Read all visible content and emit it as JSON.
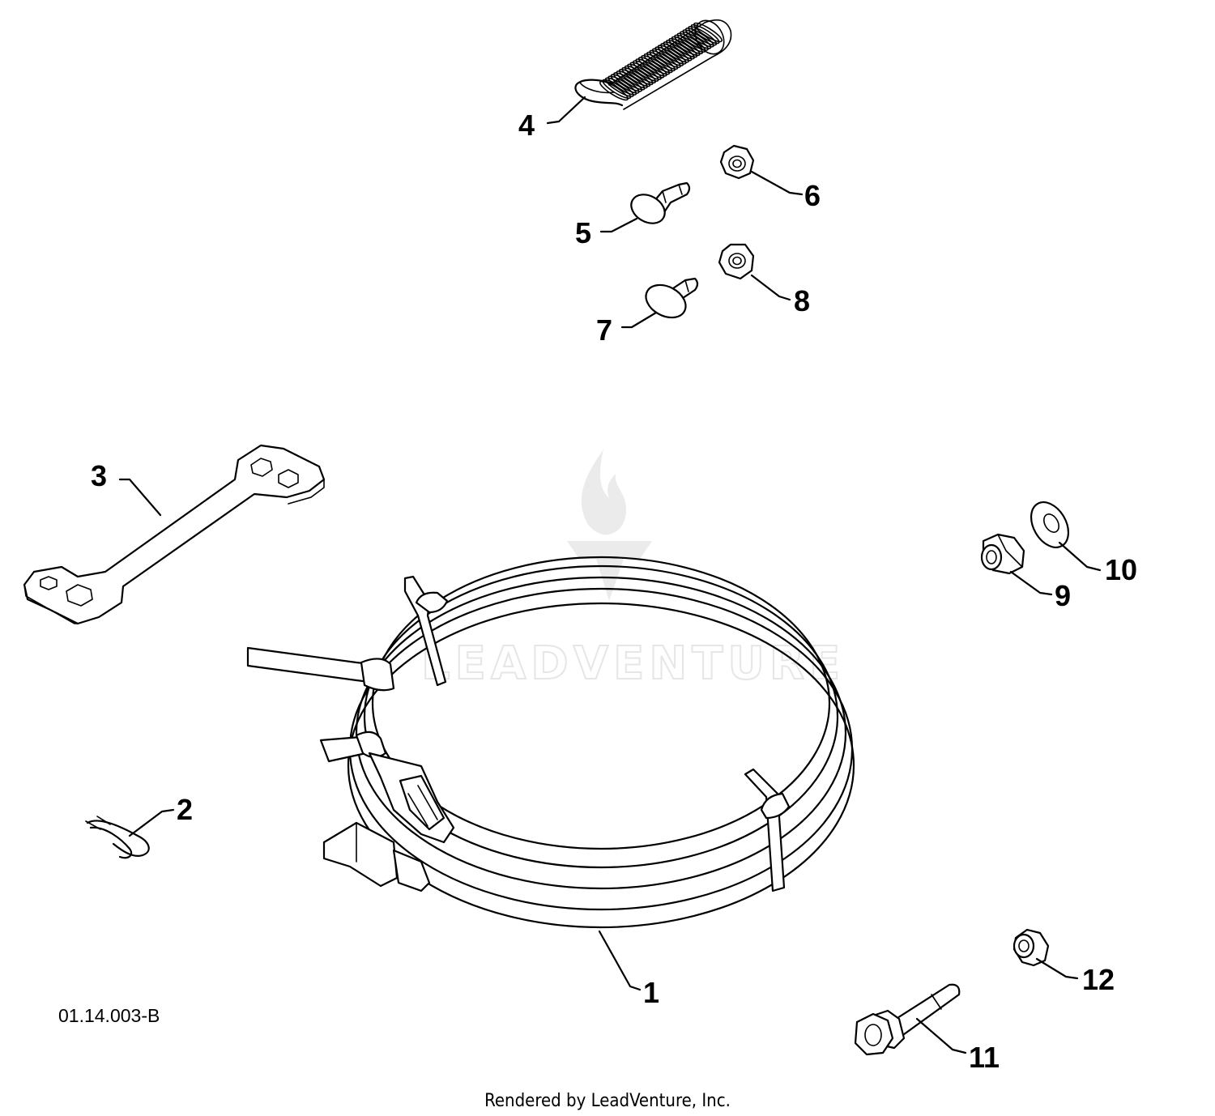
{
  "diagram": {
    "part_code": "01.14.003-B",
    "credit": "Rendered by LeadVenture, Inc.",
    "watermark_text": "LEADVENTURE",
    "callouts": [
      {
        "id": "1",
        "part": "wire-harness"
      },
      {
        "id": "2",
        "part": "hairpin-clip"
      },
      {
        "id": "3",
        "part": "wrench"
      },
      {
        "id": "4",
        "part": "spring"
      },
      {
        "id": "5",
        "part": "shoulder-bolt"
      },
      {
        "id": "6",
        "part": "flange-nut"
      },
      {
        "id": "7",
        "part": "carriage-bolt"
      },
      {
        "id": "8",
        "part": "flange-nut"
      },
      {
        "id": "9",
        "part": "lock-nut"
      },
      {
        "id": "10",
        "part": "washer"
      },
      {
        "id": "11",
        "part": "hex-bolt"
      },
      {
        "id": "12",
        "part": "lock-nut"
      }
    ]
  }
}
